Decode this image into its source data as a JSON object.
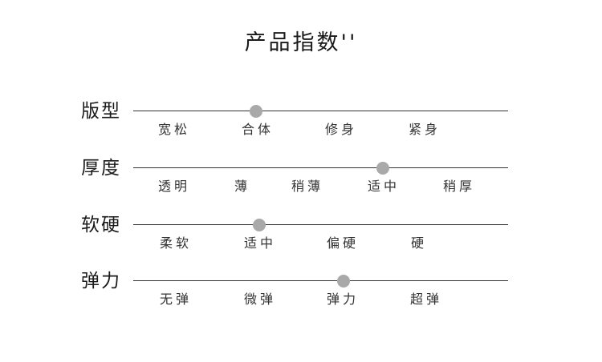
{
  "title": "产品指数''",
  "rows": [
    {
      "label": "版型",
      "options": [
        "宽松",
        "合体",
        "修身",
        "紧身"
      ],
      "selected": "合体"
    },
    {
      "label": "厚度",
      "options": [
        "透明",
        "薄",
        "稍薄",
        "适中",
        "稍厚"
      ],
      "selected": "适中"
    },
    {
      "label": "软硬",
      "options": [
        "柔软",
        "适中",
        "偏硬",
        "硬"
      ],
      "selected": "适中"
    },
    {
      "label": "弹力",
      "options": [
        "无弹",
        "微弹",
        "弹力",
        "超弹"
      ],
      "selected": "弹力"
    }
  ],
  "colors": {
    "marker": "#a9a9a9",
    "track": "#333333",
    "text": "#1a1a1a"
  }
}
